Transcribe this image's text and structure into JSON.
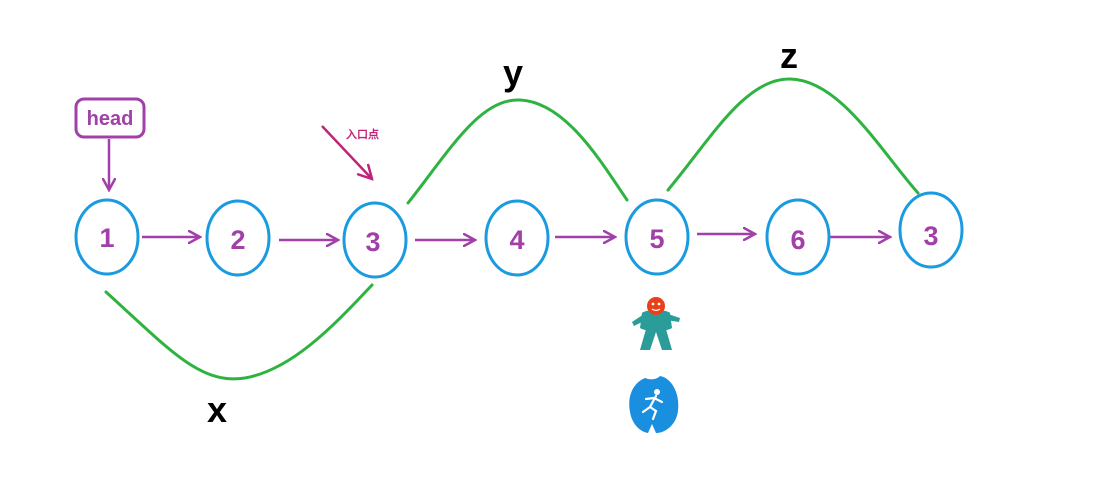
{
  "colors": {
    "node_stroke": "#1a9be0",
    "node_text": "#a040a8",
    "arrow": "#a040a8",
    "curve": "#2fb340",
    "head_box": "#a040a8",
    "entry_arrow": "#c0237a",
    "curve_label": "#000000",
    "figure_body": "#2a9d9a",
    "figure_head": "#e8401a",
    "runner_bg": "#1a8fe0"
  },
  "head_box": {
    "label": "head"
  },
  "entry_point": {
    "label": "入口点"
  },
  "nodes": [
    {
      "label": "1"
    },
    {
      "label": "2"
    },
    {
      "label": "3"
    },
    {
      "label": "4"
    },
    {
      "label": "5"
    },
    {
      "label": "6"
    },
    {
      "label": "3"
    }
  ],
  "curves": {
    "x": {
      "label": "x"
    },
    "y": {
      "label": "y"
    },
    "z": {
      "label": "z"
    }
  },
  "icons": {
    "person": "slow-pointer-person-icon",
    "runner": "fast-pointer-runner-icon"
  }
}
